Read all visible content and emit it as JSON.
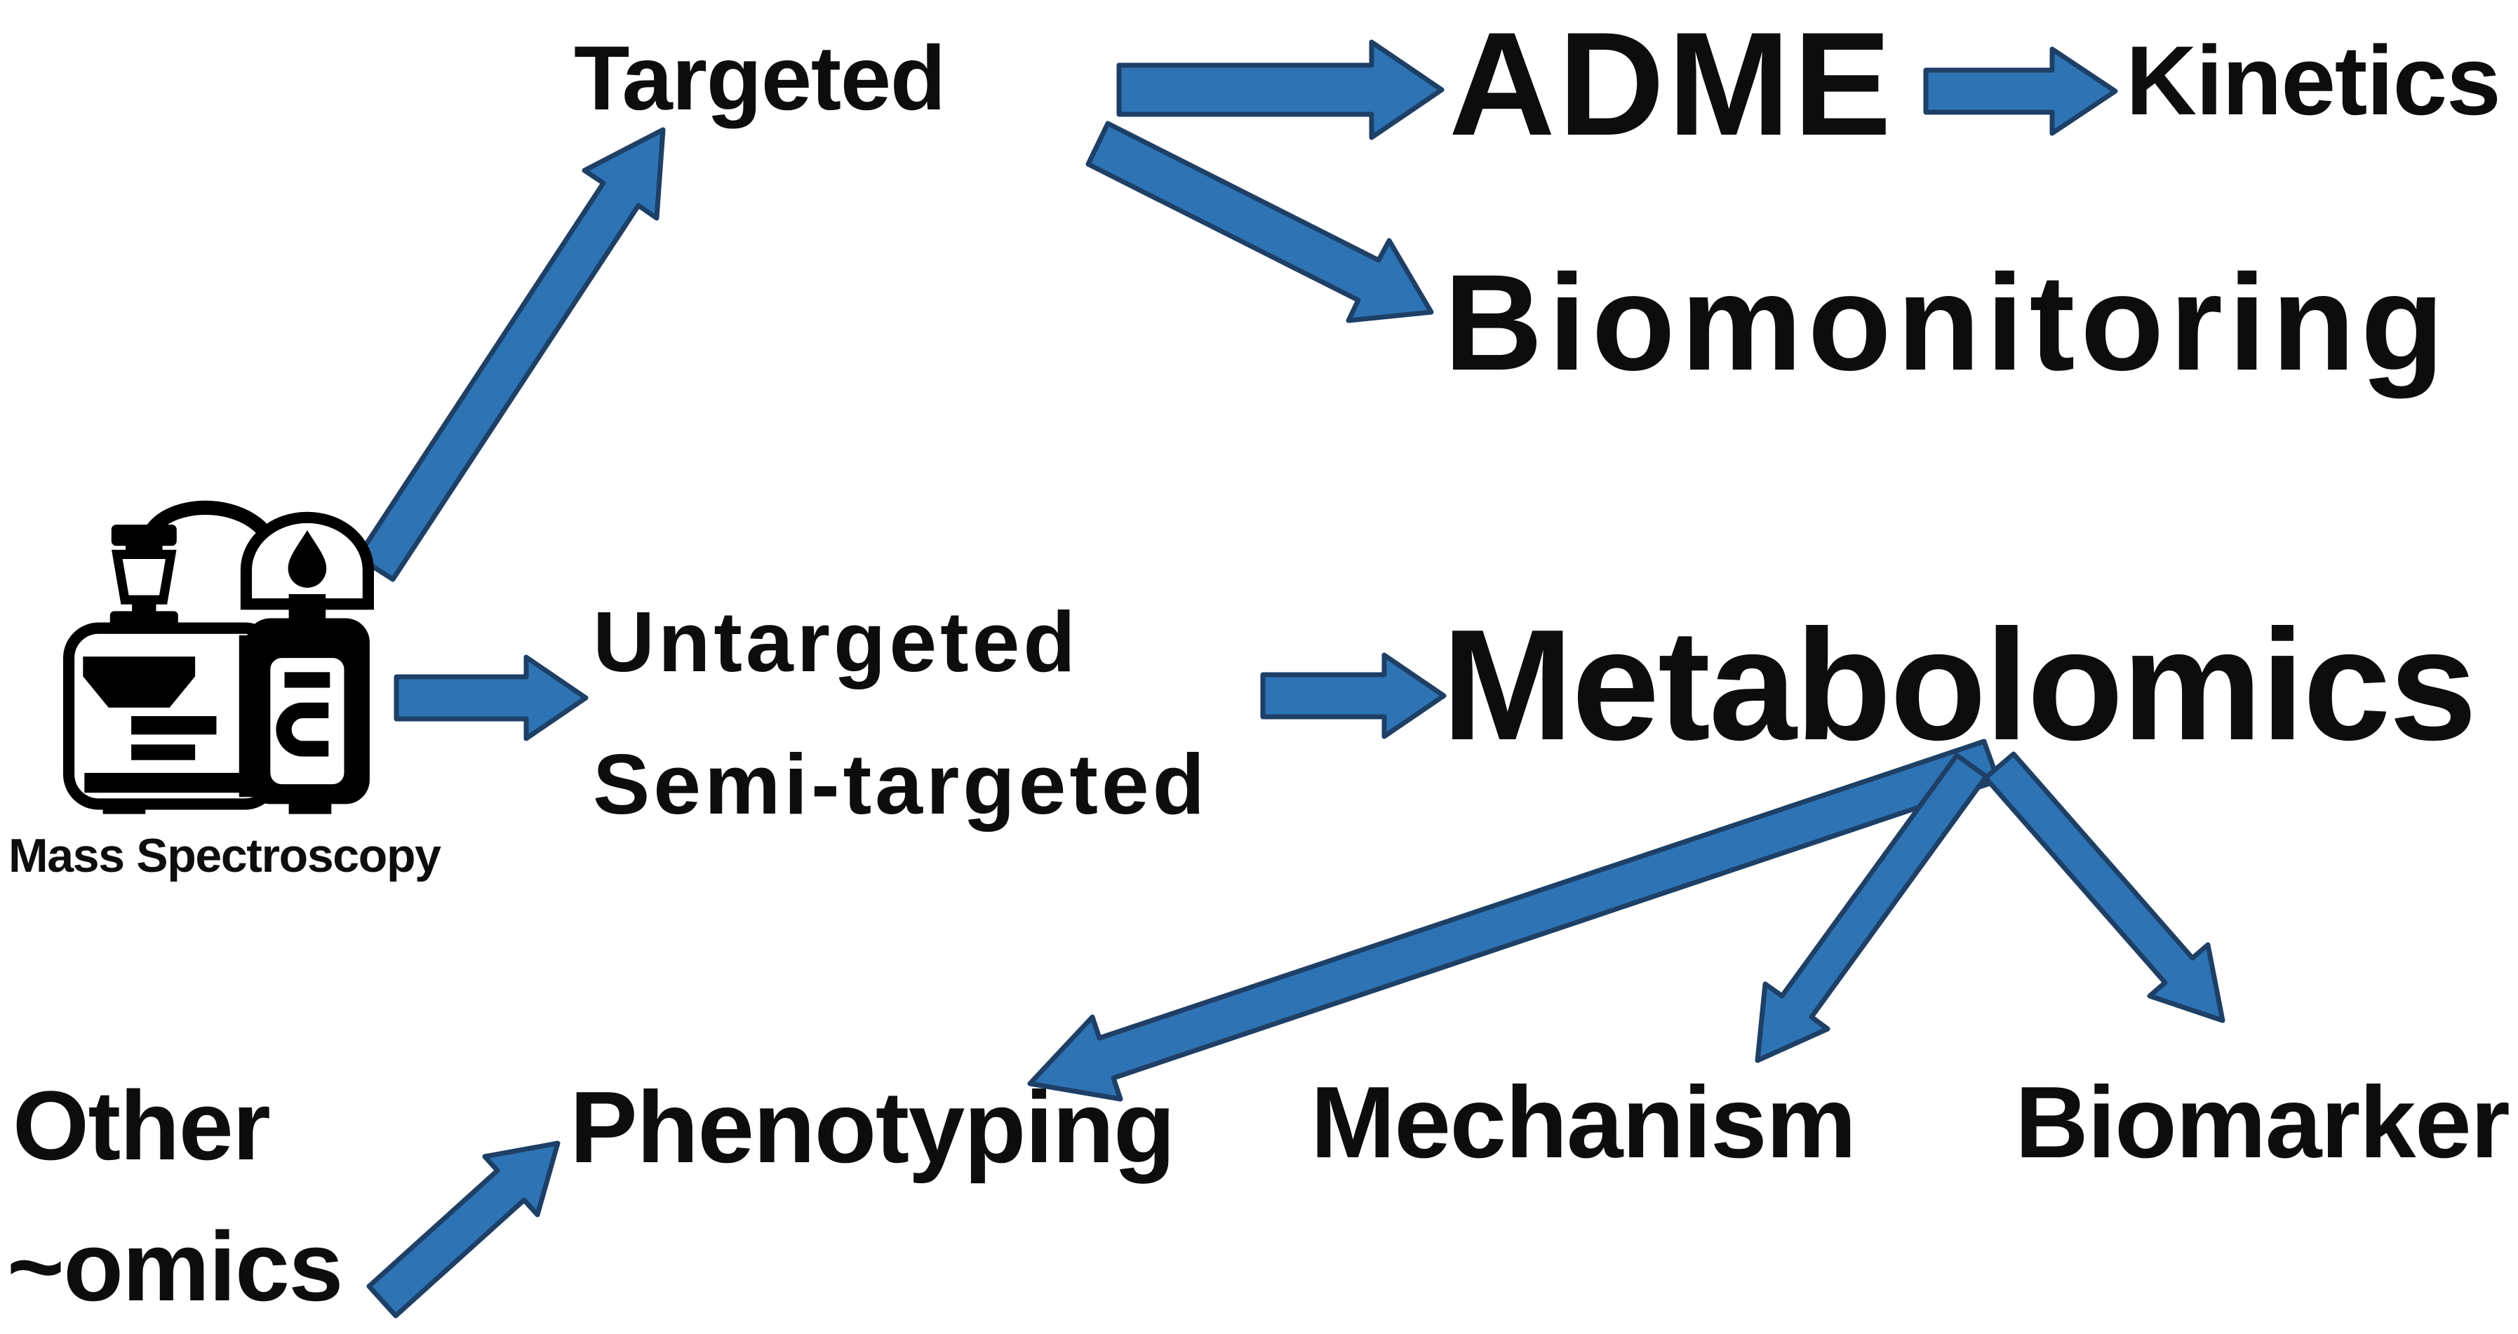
{
  "diagram": {
    "title_context": "Mass spectroscopy workflow diagram",
    "colors": {
      "background": "#ffffff",
      "arrow_fill": "#2e74b5",
      "arrow_outline": "#1e3f66",
      "text_color": "#0d0d0d",
      "icon_color": "#000000"
    },
    "source": {
      "icon": "mass-spectrometer-icon",
      "label": "Mass Spectroscopy"
    },
    "nodes": {
      "targeted": "Targeted",
      "untargeted": "Untargeted",
      "semi_targeted": "Semi-targeted",
      "adme": "ADME",
      "kinetics": "Kinetics",
      "biomonitoring": "Biomonitoring",
      "metabolomics": "Metabolomics",
      "phenotyping": "Phenotyping",
      "mechanism": "Mechanism",
      "biomarker": "Biomarker",
      "other_line1": "Other",
      "other_line2": "~omics"
    },
    "edges": [
      {
        "from": "Mass Spectroscopy",
        "to": "Targeted"
      },
      {
        "from": "Mass Spectroscopy",
        "to": "Untargeted / Semi-targeted"
      },
      {
        "from": "Targeted",
        "to": "ADME"
      },
      {
        "from": "Targeted",
        "to": "Biomonitoring"
      },
      {
        "from": "ADME",
        "to": "Kinetics"
      },
      {
        "from": "Untargeted / Semi-targeted",
        "to": "Metabolomics"
      },
      {
        "from": "Metabolomics",
        "to": "Phenotyping"
      },
      {
        "from": "Metabolomics",
        "to": "Mechanism"
      },
      {
        "from": "Metabolomics",
        "to": "Biomarker"
      },
      {
        "from": "Other ~omics",
        "to": "Phenotyping"
      }
    ]
  }
}
